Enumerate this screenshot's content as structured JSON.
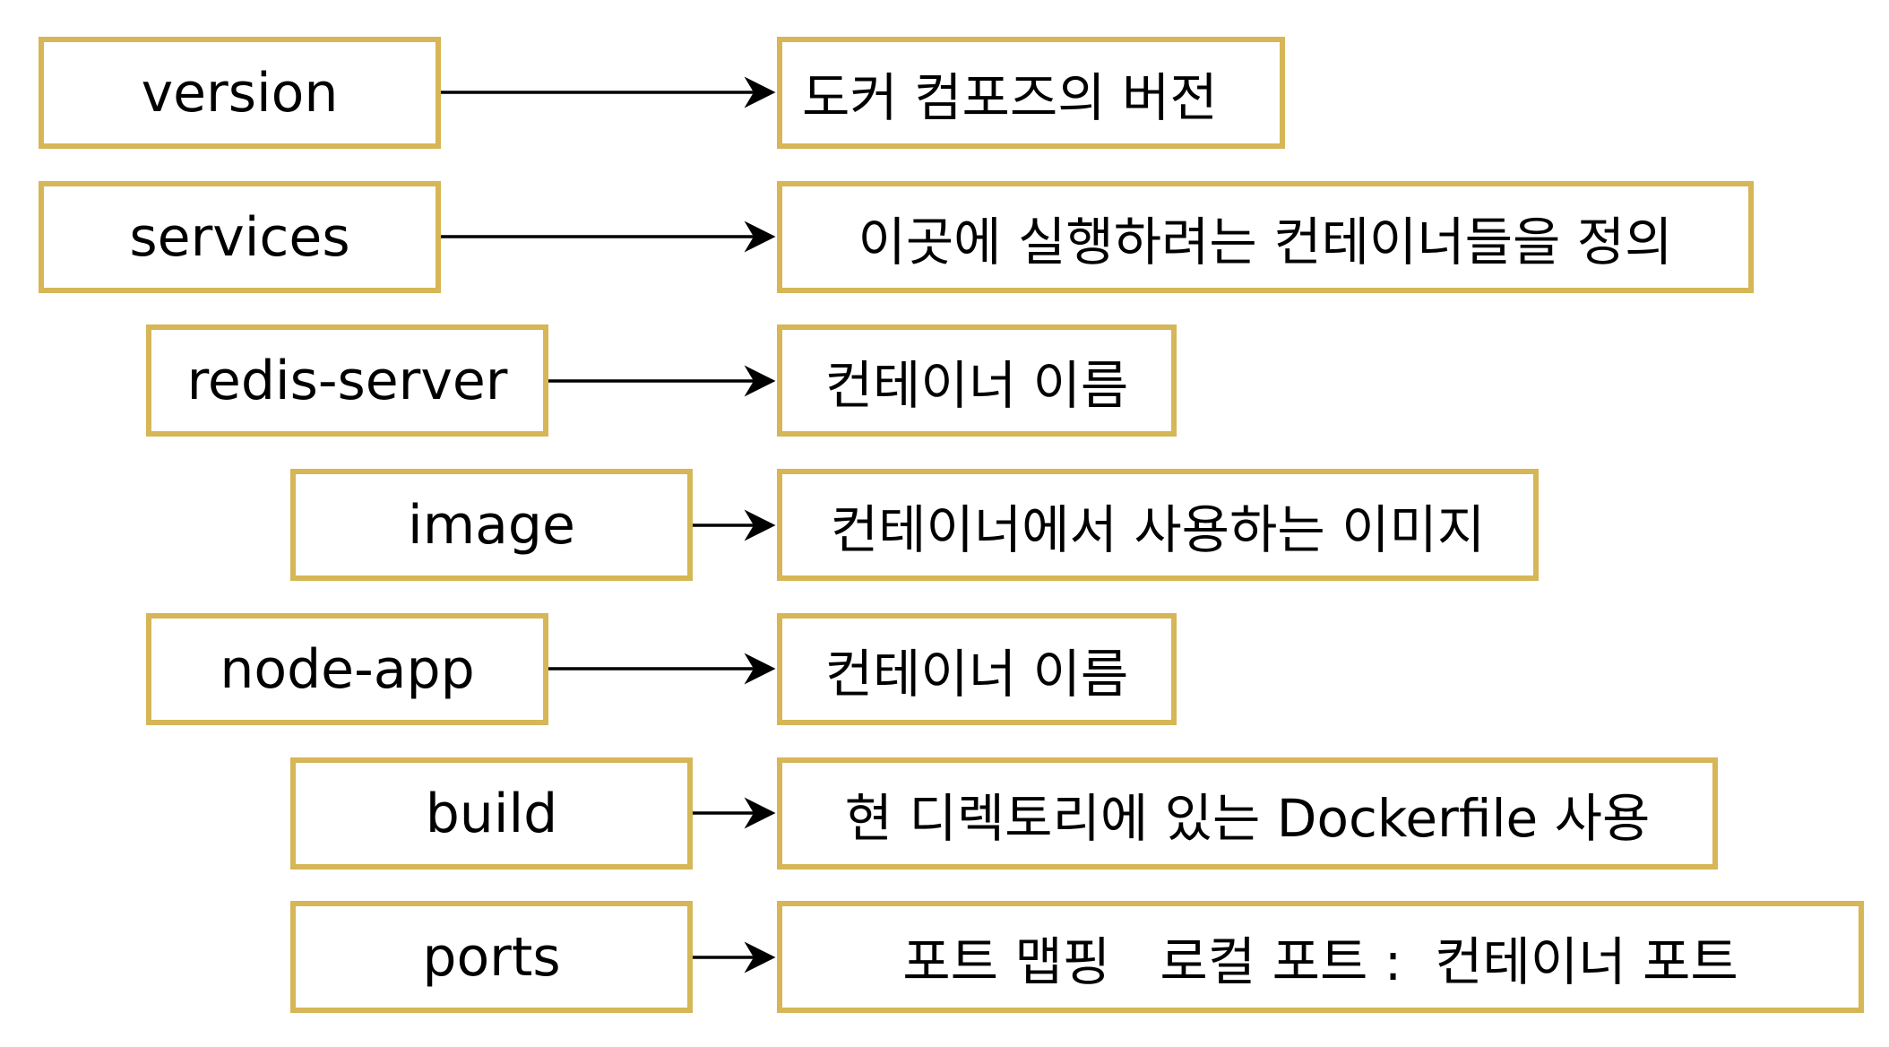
{
  "rows": [
    {
      "key": "version",
      "description": "도커 컴포즈의 버전"
    },
    {
      "key": "services",
      "description": "이곳에 실행하려는 컨테이너들을 정의"
    },
    {
      "key": "redis-server",
      "description": "컨테이너 이름"
    },
    {
      "key": "image",
      "description": "컨테이너에서 사용하는 이미지"
    },
    {
      "key": "node-app",
      "description": "컨테이너 이름"
    },
    {
      "key": "build",
      "description": "현 디렉토리에 있는 Dockerfile 사용"
    },
    {
      "key": "ports",
      "description": "포트 맵핑   로컬 포트 :  컨테이너 포트"
    }
  ],
  "colors": {
    "box_border": "#d6b656",
    "arrow": "#000000"
  }
}
